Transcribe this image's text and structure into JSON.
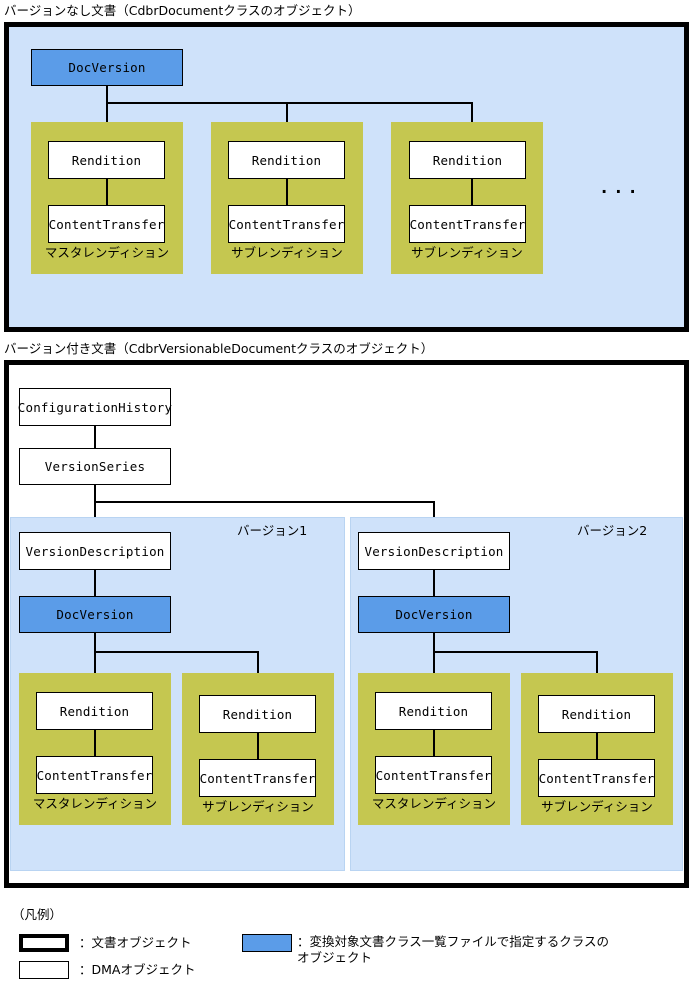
{
  "colors": {
    "accent_blue": "#5b9ce8",
    "panel_blue": "#cfe2fa",
    "rendition_olive": "#c5c750",
    "outline": "#000000"
  },
  "sections": [
    {
      "caption": "バージョンなし文書（CdbrDocumentクラスのオブジェクト）",
      "root": "DocVersion",
      "ellipsis": "...",
      "groups": [
        {
          "caption": "マスタレンディション",
          "nodes": [
            "Rendition",
            "ContentTransfer"
          ]
        },
        {
          "caption": "サブレンディション",
          "nodes": [
            "Rendition",
            "ContentTransfer"
          ]
        },
        {
          "caption": "サブレンディション",
          "nodes": [
            "Rendition",
            "ContentTransfer"
          ]
        }
      ]
    },
    {
      "caption": "バージョン付き文書（CdbrVersionableDocumentクラスのオブジェクト）",
      "top_nodes": [
        "ConfigurationHistory",
        "VersionSeries"
      ],
      "versions": [
        {
          "label": "バージョン1",
          "nodes": [
            "VersionDescription",
            "DocVersion"
          ],
          "groups": [
            {
              "caption": "マスタレンディション",
              "nodes": [
                "Rendition",
                "ContentTransfer"
              ]
            },
            {
              "caption": "サブレンディション",
              "nodes": [
                "Rendition",
                "ContentTransfer"
              ]
            }
          ]
        },
        {
          "label": "バージョン2",
          "nodes": [
            "VersionDescription",
            "DocVersion"
          ],
          "groups": [
            {
              "caption": "マスタレンディション",
              "nodes": [
                "Rendition",
                "ContentTransfer"
              ]
            },
            {
              "caption": "サブレンディション",
              "nodes": [
                "Rendition",
                "ContentTransfer"
              ]
            }
          ]
        }
      ]
    }
  ],
  "legend": {
    "title": "（凡例）",
    "items": [
      {
        "swatch": "document-object-swatch",
        "text": "：文書オブジェクト"
      },
      {
        "swatch": "dma-object-swatch",
        "text": "：DMAオブジェクト"
      },
      {
        "swatch": "target-class-object-swatch",
        "text": "：変換対象文書クラス一覧ファイルで指定するクラスの\nオブジェクト"
      }
    ]
  }
}
